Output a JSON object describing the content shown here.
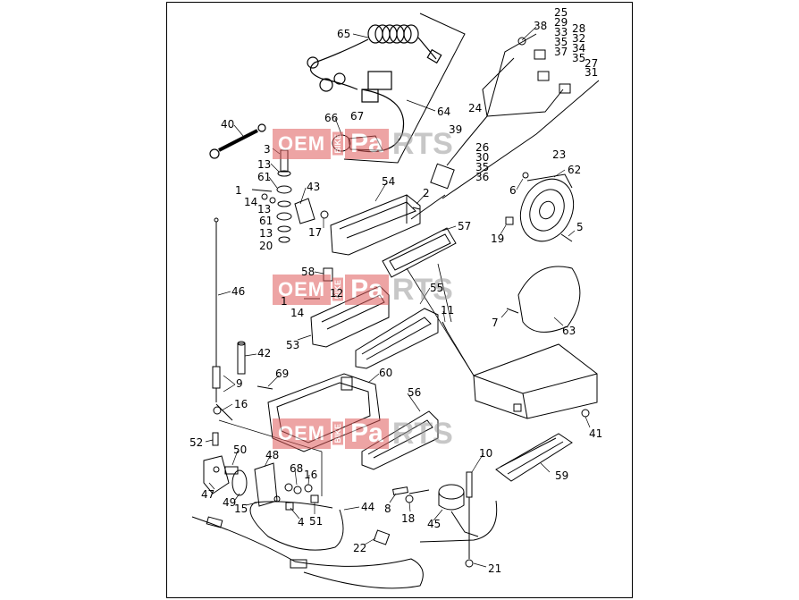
{
  "watermark": {
    "part1": "OEM",
    "part2": "BIKE",
    "part3": "Pa",
    "part4": "RTS"
  },
  "labels": [
    {
      "id": "65",
      "text": "65"
    },
    {
      "id": "25",
      "text": "25"
    },
    {
      "id": "29",
      "text": "29"
    },
    {
      "id": "38",
      "text": "38"
    },
    {
      "id": "28",
      "text": "28"
    },
    {
      "id": "33",
      "text": "33"
    },
    {
      "id": "32",
      "text": "32"
    },
    {
      "id": "35a",
      "text": "35"
    },
    {
      "id": "34",
      "text": "34"
    },
    {
      "id": "37",
      "text": "37"
    },
    {
      "id": "35b",
      "text": "35"
    },
    {
      "id": "27",
      "text": "27"
    },
    {
      "id": "31",
      "text": "31"
    },
    {
      "id": "64",
      "text": "64"
    },
    {
      "id": "67",
      "text": "67"
    },
    {
      "id": "66",
      "text": "66"
    },
    {
      "id": "24",
      "text": "24"
    },
    {
      "id": "40",
      "text": "40"
    },
    {
      "id": "39",
      "text": "39"
    },
    {
      "id": "26",
      "text": "26"
    },
    {
      "id": "30",
      "text": "30"
    },
    {
      "id": "35c",
      "text": "35"
    },
    {
      "id": "36",
      "text": "36"
    },
    {
      "id": "23",
      "text": "23"
    },
    {
      "id": "3",
      "text": "3"
    },
    {
      "id": "13a",
      "text": "13"
    },
    {
      "id": "61a",
      "text": "61"
    },
    {
      "id": "1a",
      "text": "1"
    },
    {
      "id": "14a",
      "text": "14"
    },
    {
      "id": "13b",
      "text": "13"
    },
    {
      "id": "61b",
      "text": "61"
    },
    {
      "id": "13c",
      "text": "13"
    },
    {
      "id": "20",
      "text": "20"
    },
    {
      "id": "43",
      "text": "43"
    },
    {
      "id": "54",
      "text": "54"
    },
    {
      "id": "2",
      "text": "2"
    },
    {
      "id": "17",
      "text": "17"
    },
    {
      "id": "62",
      "text": "62"
    },
    {
      "id": "6",
      "text": "6"
    },
    {
      "id": "57",
      "text": "57"
    },
    {
      "id": "19",
      "text": "19"
    },
    {
      "id": "5",
      "text": "5"
    },
    {
      "id": "58",
      "text": "58"
    },
    {
      "id": "46",
      "text": "46"
    },
    {
      "id": "12",
      "text": "12"
    },
    {
      "id": "55",
      "text": "55"
    },
    {
      "id": "1b",
      "text": "1"
    },
    {
      "id": "14b",
      "text": "14"
    },
    {
      "id": "11",
      "text": "11"
    },
    {
      "id": "7",
      "text": "7"
    },
    {
      "id": "53",
      "text": "53"
    },
    {
      "id": "63",
      "text": "63"
    },
    {
      "id": "42",
      "text": "42"
    },
    {
      "id": "69",
      "text": "69"
    },
    {
      "id": "60",
      "text": "60"
    },
    {
      "id": "9",
      "text": "9"
    },
    {
      "id": "56",
      "text": "56"
    },
    {
      "id": "16a",
      "text": "16"
    },
    {
      "id": "41",
      "text": "41"
    },
    {
      "id": "52",
      "text": "52"
    },
    {
      "id": "50",
      "text": "50"
    },
    {
      "id": "48",
      "text": "48"
    },
    {
      "id": "10",
      "text": "10"
    },
    {
      "id": "68",
      "text": "68"
    },
    {
      "id": "16b",
      "text": "16"
    },
    {
      "id": "59",
      "text": "59"
    },
    {
      "id": "47",
      "text": "47"
    },
    {
      "id": "49",
      "text": "49"
    },
    {
      "id": "15",
      "text": "15"
    },
    {
      "id": "8",
      "text": "8"
    },
    {
      "id": "18",
      "text": "18"
    },
    {
      "id": "45",
      "text": "45"
    },
    {
      "id": "51",
      "text": "51"
    },
    {
      "id": "4",
      "text": "4"
    },
    {
      "id": "44",
      "text": "44"
    },
    {
      "id": "22",
      "text": "22"
    },
    {
      "id": "21",
      "text": "21"
    }
  ]
}
